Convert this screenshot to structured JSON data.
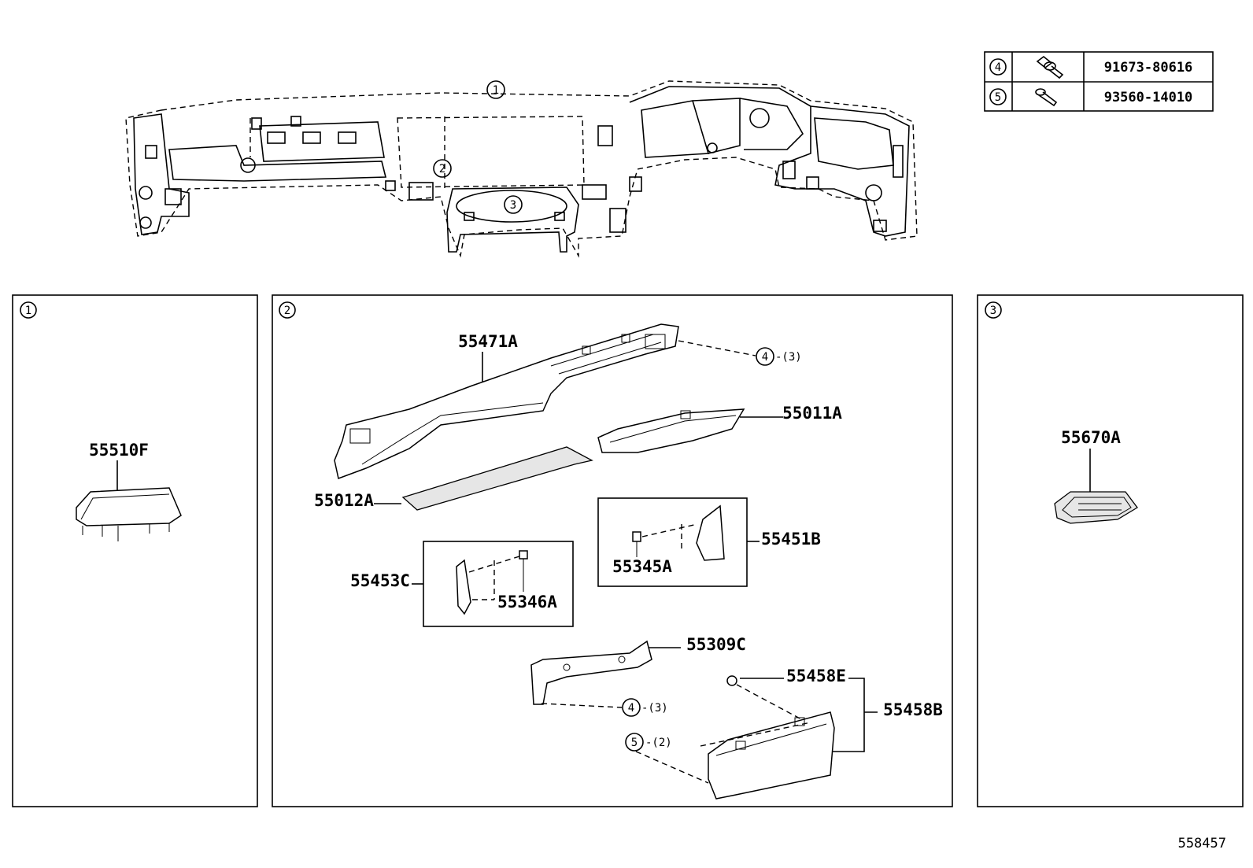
{
  "overview": {
    "callouts": [
      "1",
      "2",
      "3"
    ]
  },
  "fastener_table": {
    "rows": [
      {
        "ref": "4",
        "icon": "bolt-with-washer-icon",
        "part_no": "91673-80616"
      },
      {
        "ref": "5",
        "icon": "screw-icon",
        "part_no": "93560-14010"
      }
    ]
  },
  "panels": [
    {
      "ref": "1",
      "parts": [
        {
          "label": "55510F"
        }
      ]
    },
    {
      "ref": "2",
      "parts": [
        {
          "label": "55471A"
        },
        {
          "label": "55011A"
        },
        {
          "label": "55012A"
        },
        {
          "label": "55451B"
        },
        {
          "label": "55345A"
        },
        {
          "label": "55453C"
        },
        {
          "label": "55346A"
        },
        {
          "label": "55309C"
        },
        {
          "label": "55458E"
        },
        {
          "label": "55458B"
        }
      ],
      "fastener_refs": [
        {
          "ref": "4",
          "qty": "-(3)"
        },
        {
          "ref": "4",
          "qty": "-(3)"
        },
        {
          "ref": "5",
          "qty": "-(2)"
        }
      ]
    },
    {
      "ref": "3",
      "parts": [
        {
          "label": "55670A"
        }
      ]
    }
  ],
  "diagram_id": "558457"
}
